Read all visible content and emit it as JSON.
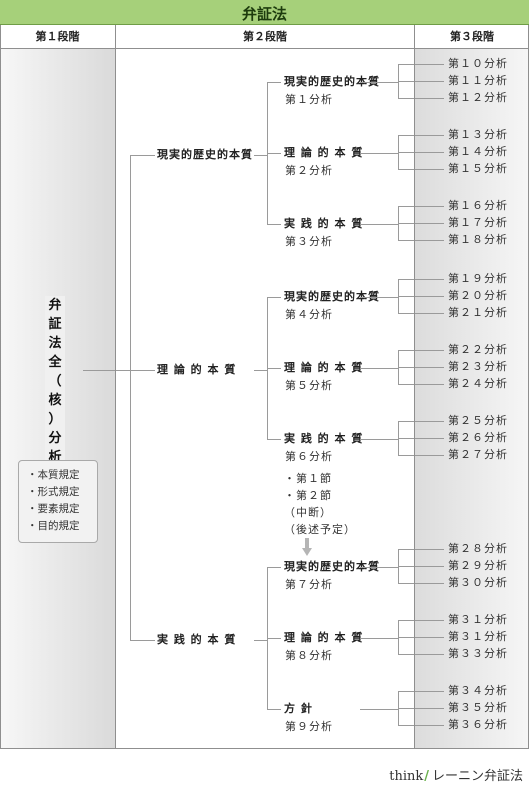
{
  "title": "弁証法",
  "headers": [
    "第１段階",
    "第２段階",
    "第３段階"
  ],
  "stage1": {
    "label_chars": [
      "弁",
      "証",
      "法",
      "全",
      "（",
      "核",
      "）",
      "分",
      "析"
    ],
    "aspects": [
      "・本質規定",
      "・形式規定",
      "・要素規定",
      "・目的規定"
    ]
  },
  "stage2": [
    {
      "label": "現実的歴史的本質",
      "children": [
        {
          "label": "現実的歴史的本質",
          "sub": "第１分析",
          "leaves": [
            "第１０分析",
            "第１１分析",
            "第１２分析"
          ]
        },
        {
          "label": "理 論 的 本 質",
          "sub": "第２分析",
          "leaves": [
            "第１３分析",
            "第１４分析",
            "第１５分析"
          ]
        },
        {
          "label": "実 践 的 本 質",
          "sub": "第３分析",
          "leaves": [
            "第１６分析",
            "第１７分析",
            "第１８分析"
          ]
        }
      ]
    },
    {
      "label": "理 論 的 本 質",
      "children": [
        {
          "label": "現実的歴史的本質",
          "sub": "第４分析",
          "leaves": [
            "第１９分析",
            "第２０分析",
            "第２１分析"
          ]
        },
        {
          "label": "理 論 的 本 質",
          "sub": "第５分析",
          "leaves": [
            "第２２分析",
            "第２３分析",
            "第２４分析"
          ]
        },
        {
          "label": "実 践 的 本 質",
          "sub": "第６分析",
          "leaves": [
            "第２５分析",
            "第２６分析",
            "第２７分析"
          ]
        }
      ]
    },
    {
      "label": "実 践 的 本 質",
      "children": [
        {
          "label": "現実的歴史的本質",
          "sub": "第７分析",
          "leaves": [
            "第２８分析",
            "第２９分析",
            "第３０分析"
          ]
        },
        {
          "label": "理 論 的 本 質",
          "sub": "第８分析",
          "leaves": [
            "第３１分析",
            "第３１分析",
            "第３３分析"
          ]
        },
        {
          "label": "方 針",
          "sub": "第９分析",
          "leaves": [
            "第３４分析",
            "第３５分析",
            "第３６分析"
          ]
        }
      ]
    }
  ],
  "notes": [
    "・第１節",
    "・第２節",
    "（中断）",
    "（後述予定）"
  ],
  "footer": {
    "brand": "think",
    "slash": "/",
    "text": "レーニン弁証法"
  }
}
